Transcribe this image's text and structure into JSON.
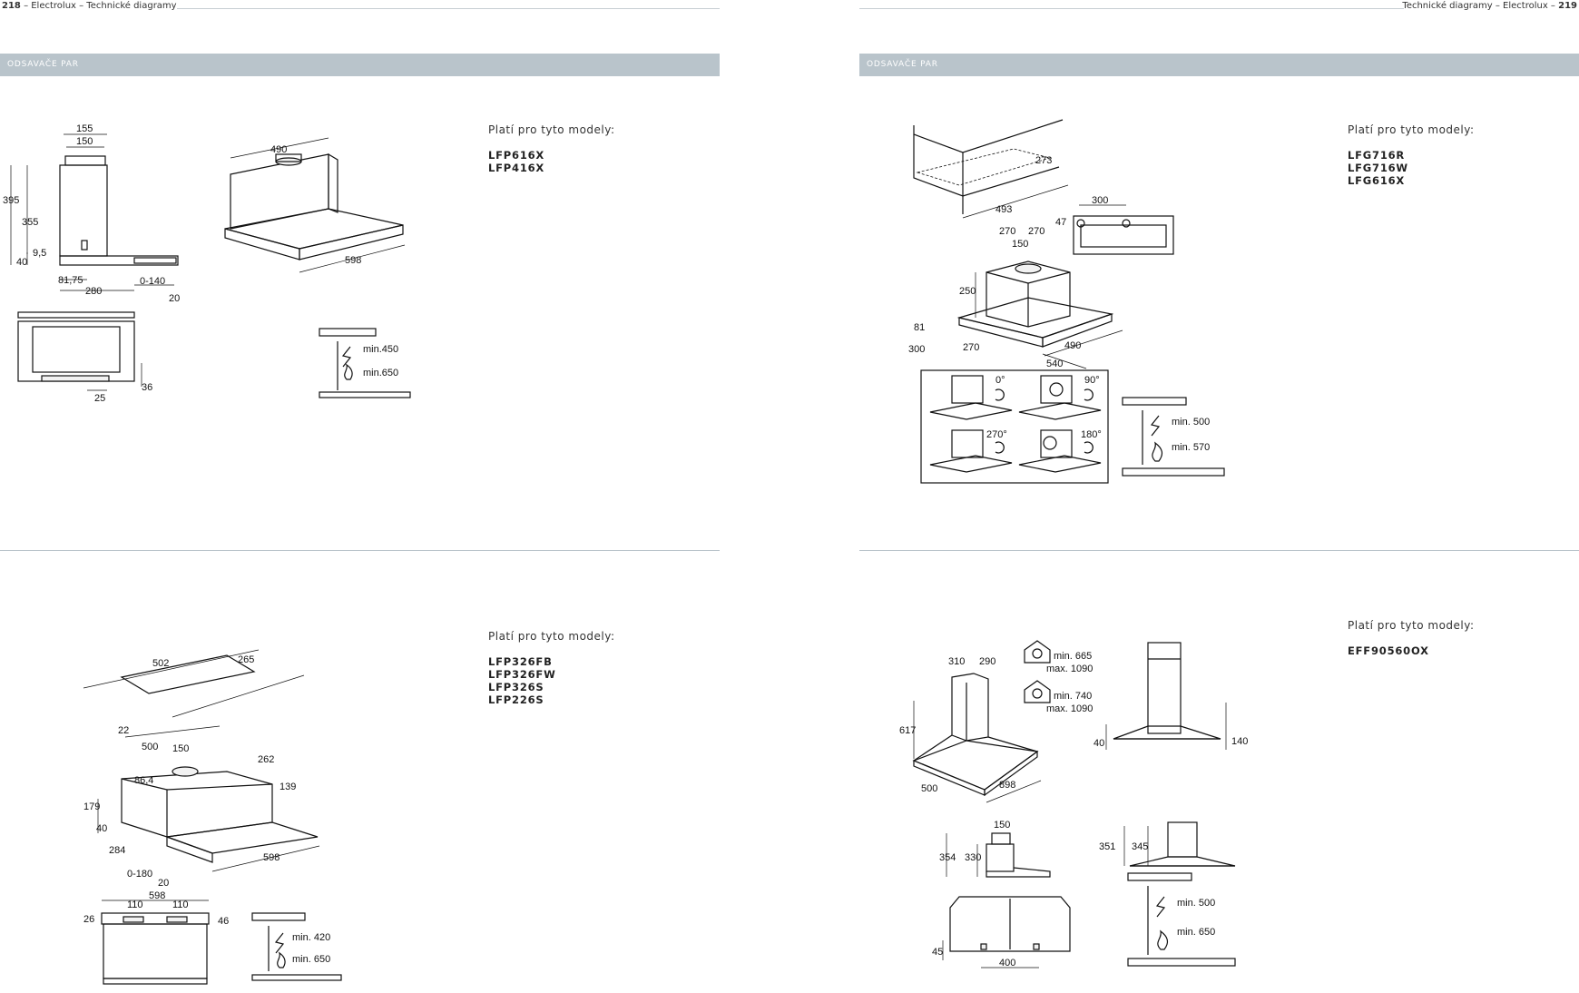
{
  "header": {
    "left_page_number": "218",
    "left_running_title": "– Electrolux – Technické diagramy",
    "right_running_title": "Technické diagramy – Electrolux –",
    "right_page_number": "219"
  },
  "section_band": {
    "left_label": "ODSAVAČE PAR",
    "right_label": "ODSAVAČE PAR"
  },
  "blocks": [
    {
      "models_label": "Platí pro tyto modely:",
      "models": [
        "LFP616X",
        "LFP416X"
      ],
      "dimensions": [
        "155",
        "150",
        "395",
        "355",
        "9,5",
        "40",
        "81,75",
        "280",
        "0-140",
        "20",
        "490",
        "598",
        "36",
        "25"
      ],
      "clearances": [
        "min.450",
        "min.650"
      ]
    },
    {
      "models_label": "Platí pro tyto modely:",
      "models": [
        "LFG716R",
        "LFG716W",
        "LFG616X"
      ],
      "dimensions": [
        "273",
        "493",
        "300",
        "47",
        "270",
        "270",
        "150",
        "250",
        "81",
        "490",
        "300",
        "270",
        "540"
      ],
      "rotations": [
        "0°",
        "90°",
        "270°",
        "180°"
      ],
      "clearances": [
        "min. 500",
        "min. 570"
      ]
    },
    {
      "models_label": "Platí pro tyto modely:",
      "models": [
        "LFP326FB",
        "LFP326FW",
        "LFP326S",
        "LFP226S"
      ],
      "dimensions": [
        "502",
        "265",
        "22",
        "500",
        "150",
        "262",
        "86,4",
        "139",
        "179",
        "40",
        "284",
        "598",
        "0-180",
        "20",
        "598",
        "110",
        "110",
        "26",
        "46"
      ],
      "clearances": [
        "min. 420",
        "min. 650"
      ]
    },
    {
      "models_label": "Platí pro tyto modely:",
      "models": [
        "EFF90560OX"
      ],
      "dimensions": [
        "310",
        "290",
        "617",
        "500",
        "898",
        "40",
        "140",
        "150",
        "354",
        "330",
        "351",
        "345",
        "45",
        "400"
      ],
      "clearances": [
        "min. 665",
        "max. 1090",
        "min. 740",
        "max. 1090",
        "min. 500",
        "min. 650"
      ]
    }
  ]
}
